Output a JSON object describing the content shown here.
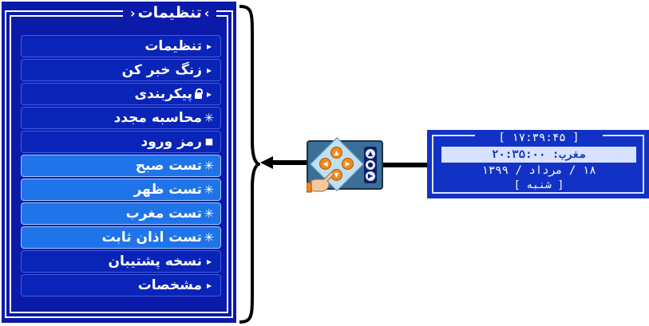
{
  "menu": {
    "title": "تنظیمات",
    "title_left_glyph": "‹",
    "title_right_glyph": "›",
    "items": [
      {
        "label": "تنظیمات",
        "icon": "▸",
        "style": "dark"
      },
      {
        "label": "زنگ خبر کن",
        "icon": "▸",
        "style": "dark"
      },
      {
        "label": "پیکربندی",
        "icon": "▸",
        "style": "dark",
        "lock": true
      },
      {
        "label": "محاسبه مجدد",
        "icon": "✳",
        "style": "dark"
      },
      {
        "label": "رمز ورود",
        "icon": "■",
        "style": "dark"
      },
      {
        "label": "تست صبح",
        "icon": "✳",
        "style": "light"
      },
      {
        "label": "تست ظهر",
        "icon": "✳",
        "style": "light"
      },
      {
        "label": "تست مغرب",
        "icon": "✳",
        "style": "light"
      },
      {
        "label": "تست اذان ثابت",
        "icon": "✳",
        "style": "light"
      },
      {
        "label": "نسخه پشتیبان",
        "icon": "▸",
        "style": "dark"
      },
      {
        "label": "مشخصات",
        "icon": "▸",
        "style": "dark"
      }
    ]
  },
  "lcd": {
    "line1": "[ ۱۷:۳۹:۴۵ ]",
    "line2": "مغرب: ۲۰:۳۵:۰۰",
    "line3": "۱۸ / مرداد / ۱۳۹۹",
    "line4": "[ شنبه ]"
  },
  "keypad": {
    "icons": [
      "keypad-device-icon",
      "pointing-hand-icon"
    ],
    "side_buttons": [
      "▲",
      "●",
      "▶"
    ]
  },
  "colors": {
    "menu_bg": "#0b1aa8",
    "item_dark": "#0a24b8",
    "item_light": "#1f74ea",
    "lcd_bg": "#1232c6",
    "keypad_bg": "#3c6f98",
    "button_orange": "#f28a1a"
  }
}
